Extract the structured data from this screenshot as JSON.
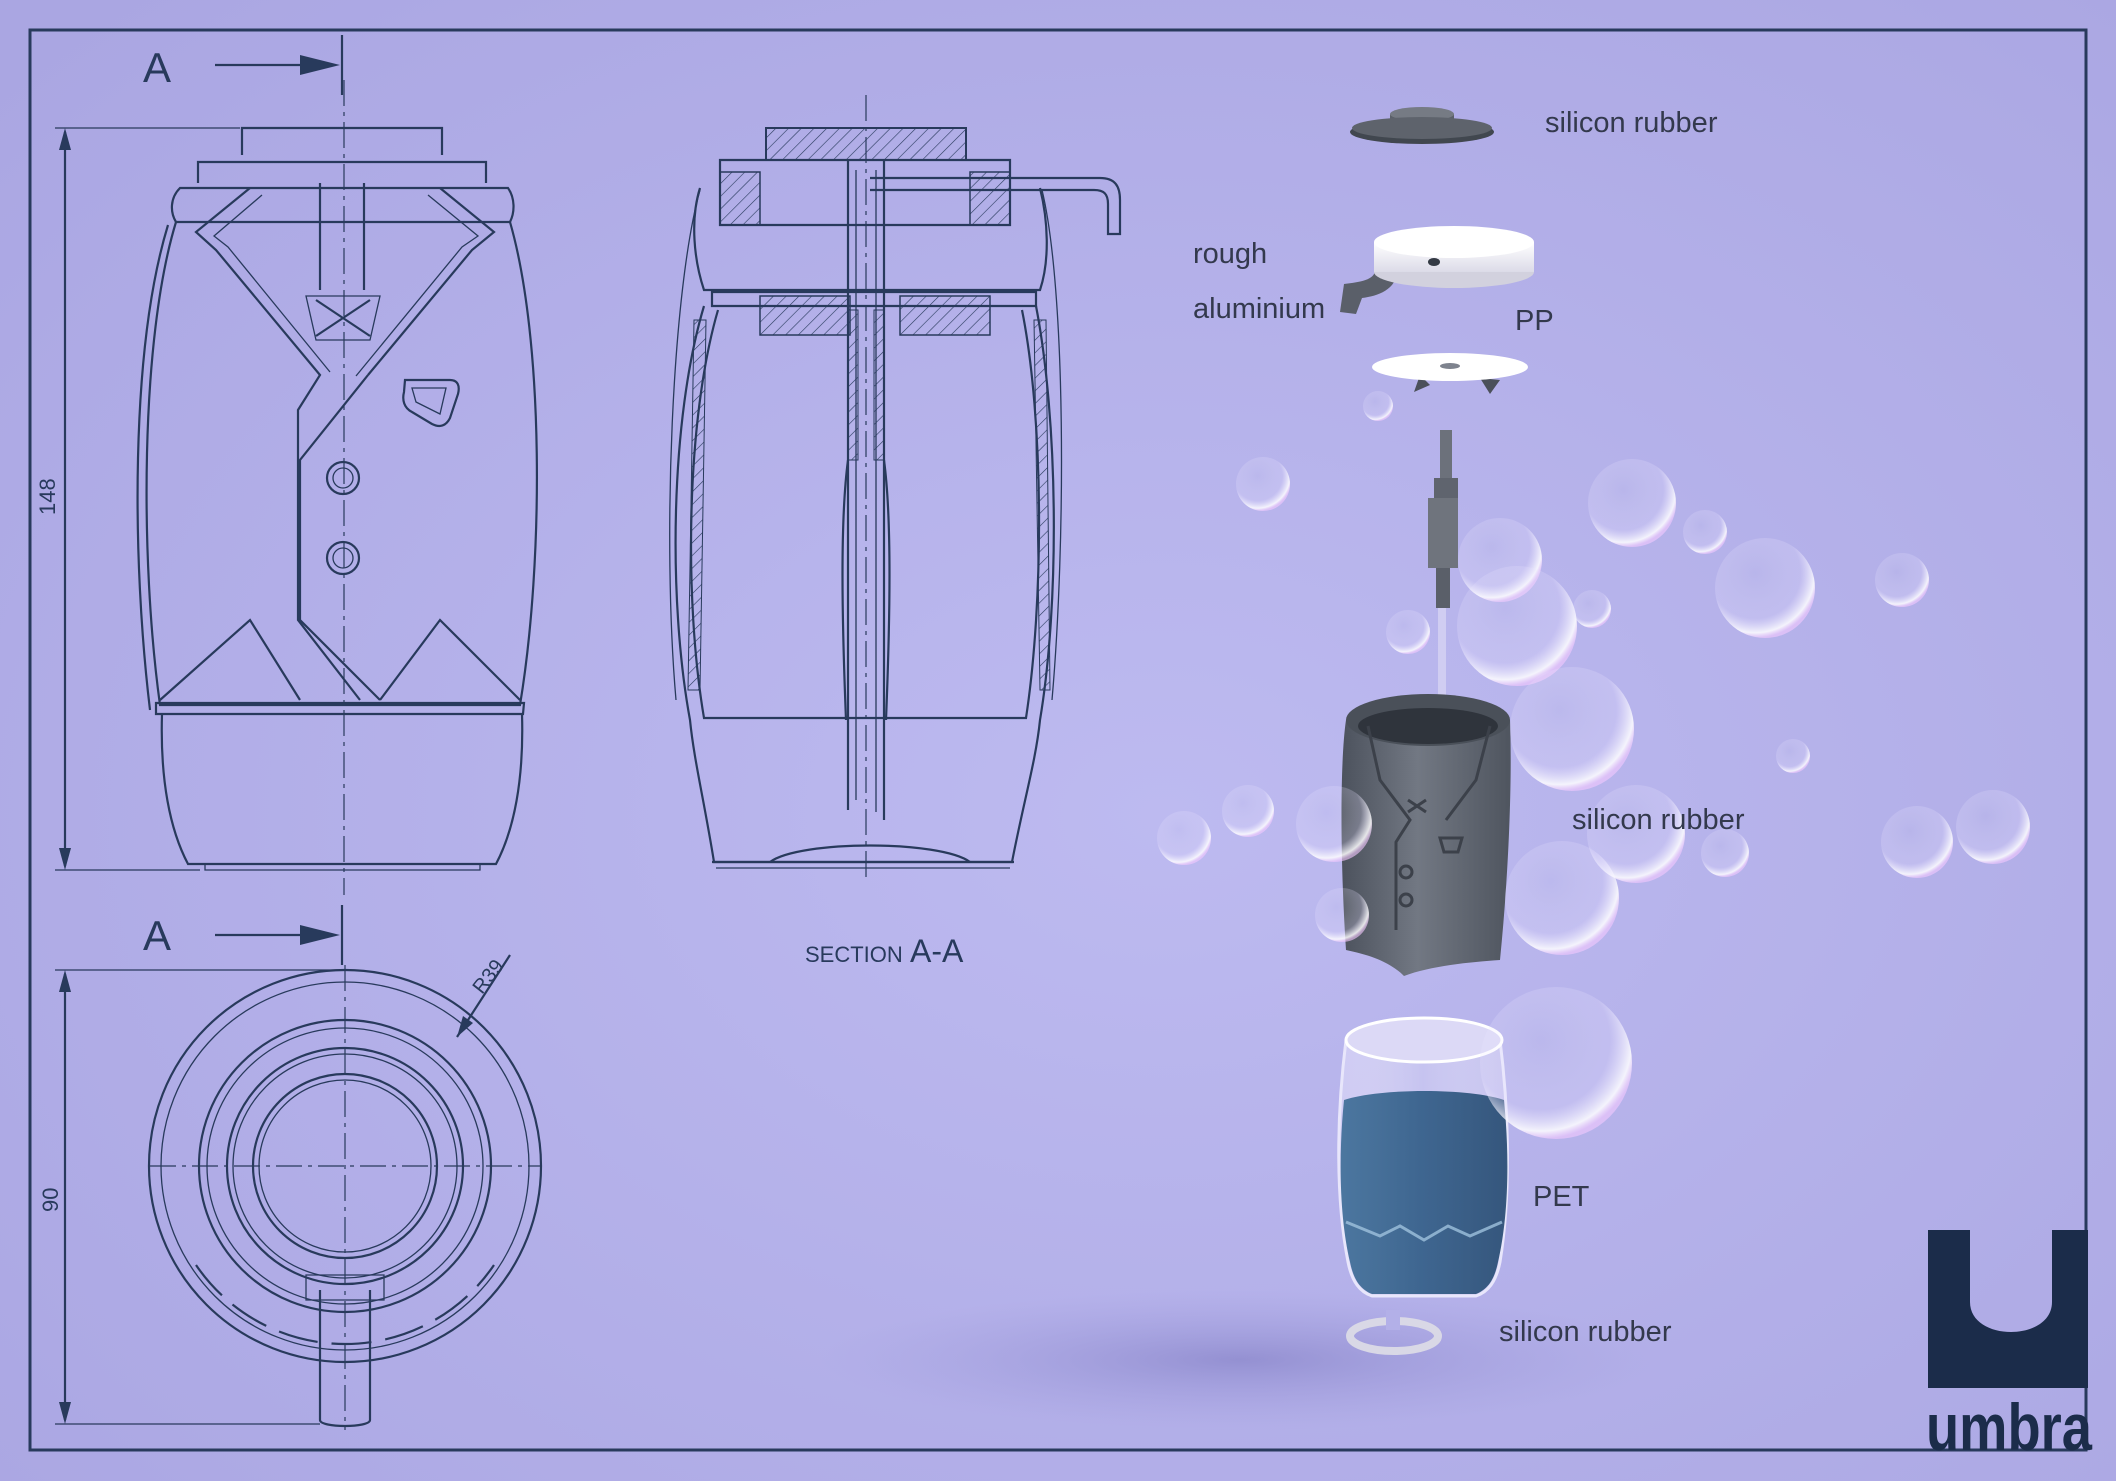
{
  "drawing": {
    "section_marker_top": "A",
    "section_marker_bottom": "A",
    "dim_height": "148",
    "dim_diameter": "90",
    "dim_radius": "R39",
    "section_caption_small": "SECTION",
    "section_caption_big": "A-A"
  },
  "materials": {
    "cap": "silicon rubber",
    "rough": "rough",
    "aluminium": "aluminium",
    "pp": "PP",
    "sleeve": "silicon rubber",
    "pet": "PET",
    "ring": "silicon rubber"
  },
  "brand": {
    "name": "umbra"
  },
  "colors": {
    "background": "#b3b0e8",
    "ink": "#283a5c",
    "sleeve": "#5f6570",
    "liquid": "#2f5f8e",
    "logo": "#1b2c4a"
  }
}
